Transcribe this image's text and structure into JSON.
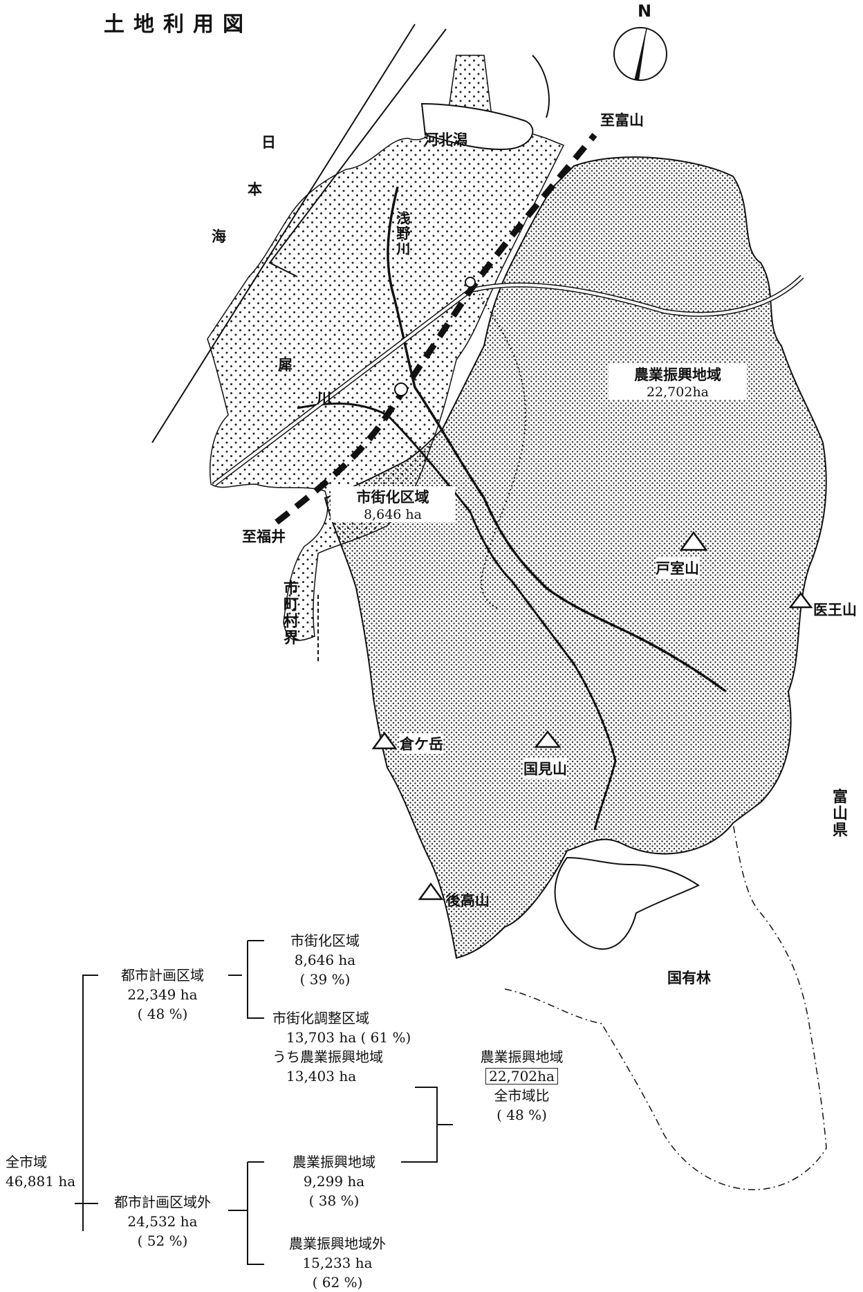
{
  "title": "土地利用図",
  "compass_label": "N",
  "map_labels": {
    "japan_sea": [
      "日",
      "本",
      "海"
    ],
    "kahokugata": "河北潟",
    "to_toyama": "至富山",
    "to_fukui": "至福井",
    "asano_river": "浅野川",
    "sai_river_1": "犀",
    "sai_river_2": "川",
    "municipal_border": "市町村界",
    "toyama_pref": "富山県",
    "national_forest": "国有林"
  },
  "areas": {
    "agri_zone": {
      "name": "農業振興地域",
      "area": "22,702ha"
    },
    "urban_zone": {
      "name": "市街化区域",
      "area": "8,646 ha"
    }
  },
  "mountains": [
    {
      "name": "戸室山"
    },
    {
      "name": "医王山"
    },
    {
      "name": "倉ケ岳"
    },
    {
      "name": "国見山"
    },
    {
      "name": "後高山"
    }
  ],
  "breakdown": {
    "total": {
      "name": "全市域",
      "area": "46,881 ha"
    },
    "city_planning": {
      "name": "都市計画区域",
      "area": "22,349 ha",
      "pct": "( 48 %)"
    },
    "urbanization": {
      "name": "市街化区域",
      "area": "8,646 ha",
      "pct": "( 39 %)"
    },
    "adjustment": {
      "name": "市街化調整区域",
      "area_pct": "13,703 ha ( 61 %)",
      "sub_name": "うち農業振興地域",
      "sub_area": "13,403 ha"
    },
    "outside": {
      "name": "都市計画区域外",
      "area": "24,532 ha",
      "pct": "( 52 %)"
    },
    "agri_promo": {
      "name": "農業振興地域",
      "area": "9,299 ha",
      "pct": "( 38 %)"
    },
    "non_agri": {
      "name": "農業振興地域外",
      "area": "15,233 ha",
      "pct": "( 62 %)"
    },
    "agri_total": {
      "name": "農業振興地域",
      "area": "22,702ha",
      "ratio_label": "全市域比",
      "pct": "( 48 %)"
    }
  },
  "legend_colors": {
    "agri_fill": "#555555",
    "urban_fill": "#555555",
    "line": "#111111"
  }
}
